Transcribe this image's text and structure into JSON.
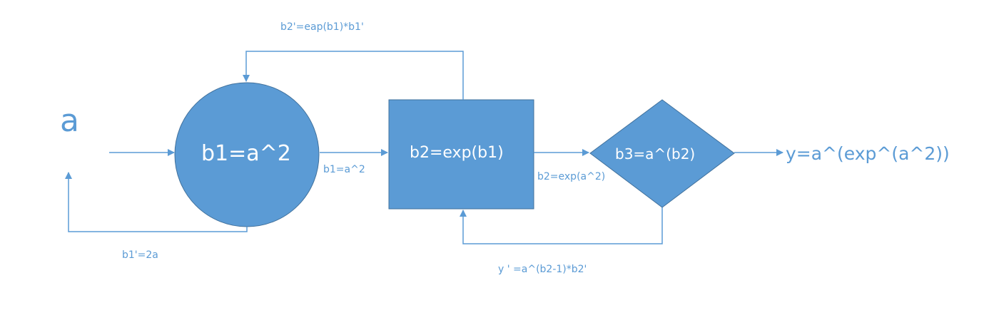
{
  "input_label": "a",
  "nodes": {
    "circle": {
      "label": "b1=a^2"
    },
    "square": {
      "label": "b2=exp(b1)"
    },
    "diamond": {
      "label": "b3=a^(b2)"
    }
  },
  "output_label": "y=a^(exp^(a^2))",
  "edge_labels": {
    "b1_forward": "b1=a^2",
    "b2_forward": "b2=exp(a^2)",
    "b1_grad": "b1'=2a",
    "b2_grad": "b2'=eap(b1)*b1'",
    "y_grad": "y ' =a^(b2-1)*b2'"
  },
  "colors": {
    "fill": "#5b9bd5",
    "stroke": "#41719c",
    "line": "#5b9bd5",
    "text_on_shape": "#ffffff"
  }
}
